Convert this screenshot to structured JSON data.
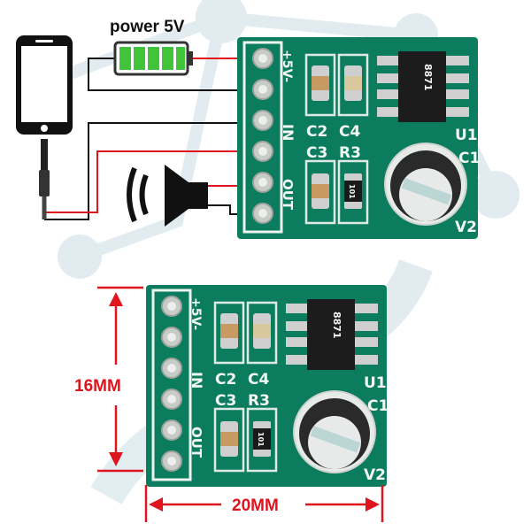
{
  "battery_label": "power 5V",
  "board": {
    "pin_labels": {
      "power": "+5V-",
      "input": "IN",
      "output": "OUT"
    },
    "components": {
      "c2": "C2",
      "c4": "C4",
      "c3": "C3",
      "r3": "R3",
      "u1": "U1",
      "c1": "C1",
      "v2": "V2"
    },
    "resistor_code": "101",
    "chip_marking": "8871"
  },
  "dimensions": {
    "height": "16MM",
    "width": "20MM"
  },
  "colors": {
    "pcb": "#0b7d5e",
    "silk": "#f2f7f4",
    "wire_red": "#e0141c",
    "wire_black": "#111111",
    "dimension": "#e0141c",
    "battery": "#3fc43a",
    "watermark": "#dbe8ed"
  }
}
